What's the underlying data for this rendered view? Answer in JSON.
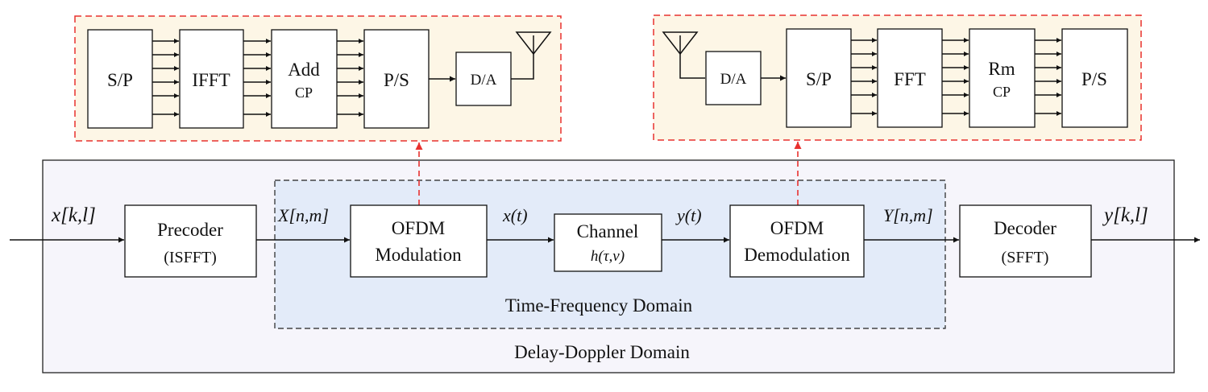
{
  "colors": {
    "line": "#111111",
    "red_dashed": "#e8312f",
    "tx_rx_panel_fill": "#fdf6e6",
    "dd_domain_fill": "#f6f5fb",
    "tf_domain_fill": "#e3ebf9",
    "block_fill": "#ffffff"
  },
  "transmitter": {
    "sp_label": "S/P",
    "ifft_label": "IFFT",
    "addcp_line1": "Add",
    "addcp_line2": "CP",
    "ps_label": "P/S",
    "da_label": "D/A",
    "antenna_icon": "antenna-icon"
  },
  "receiver": {
    "da_label": "D/A",
    "sp_label": "S/P",
    "fft_label": "FFT",
    "rmcp_line1": "Rm",
    "rmcp_line2": "CP",
    "ps_label": "P/S",
    "antenna_icon": "antenna-icon"
  },
  "main": {
    "precoder_line1": "Precoder",
    "precoder_line2": "(ISFFT)",
    "ofdm_mod_line1": "OFDM",
    "ofdm_mod_line2": "Modulation",
    "channel_line1": "Channel",
    "channel_line2": "h(τ,ν)",
    "ofdm_demod_line1": "OFDM",
    "ofdm_demod_line2": "Demodulation",
    "decoder_line1": "Decoder",
    "decoder_line2": "(SFFT)"
  },
  "signals": {
    "x_kl": "x[k,l]",
    "X_nm": "X[n,m]",
    "x_t": "x(t)",
    "y_t": "y(t)",
    "Y_nm": "Y[n,m]",
    "y_kl": "y[k,l]"
  },
  "domains": {
    "tf_label": "Time-Frequency Domain",
    "dd_label": "Delay-Doppler Domain"
  }
}
